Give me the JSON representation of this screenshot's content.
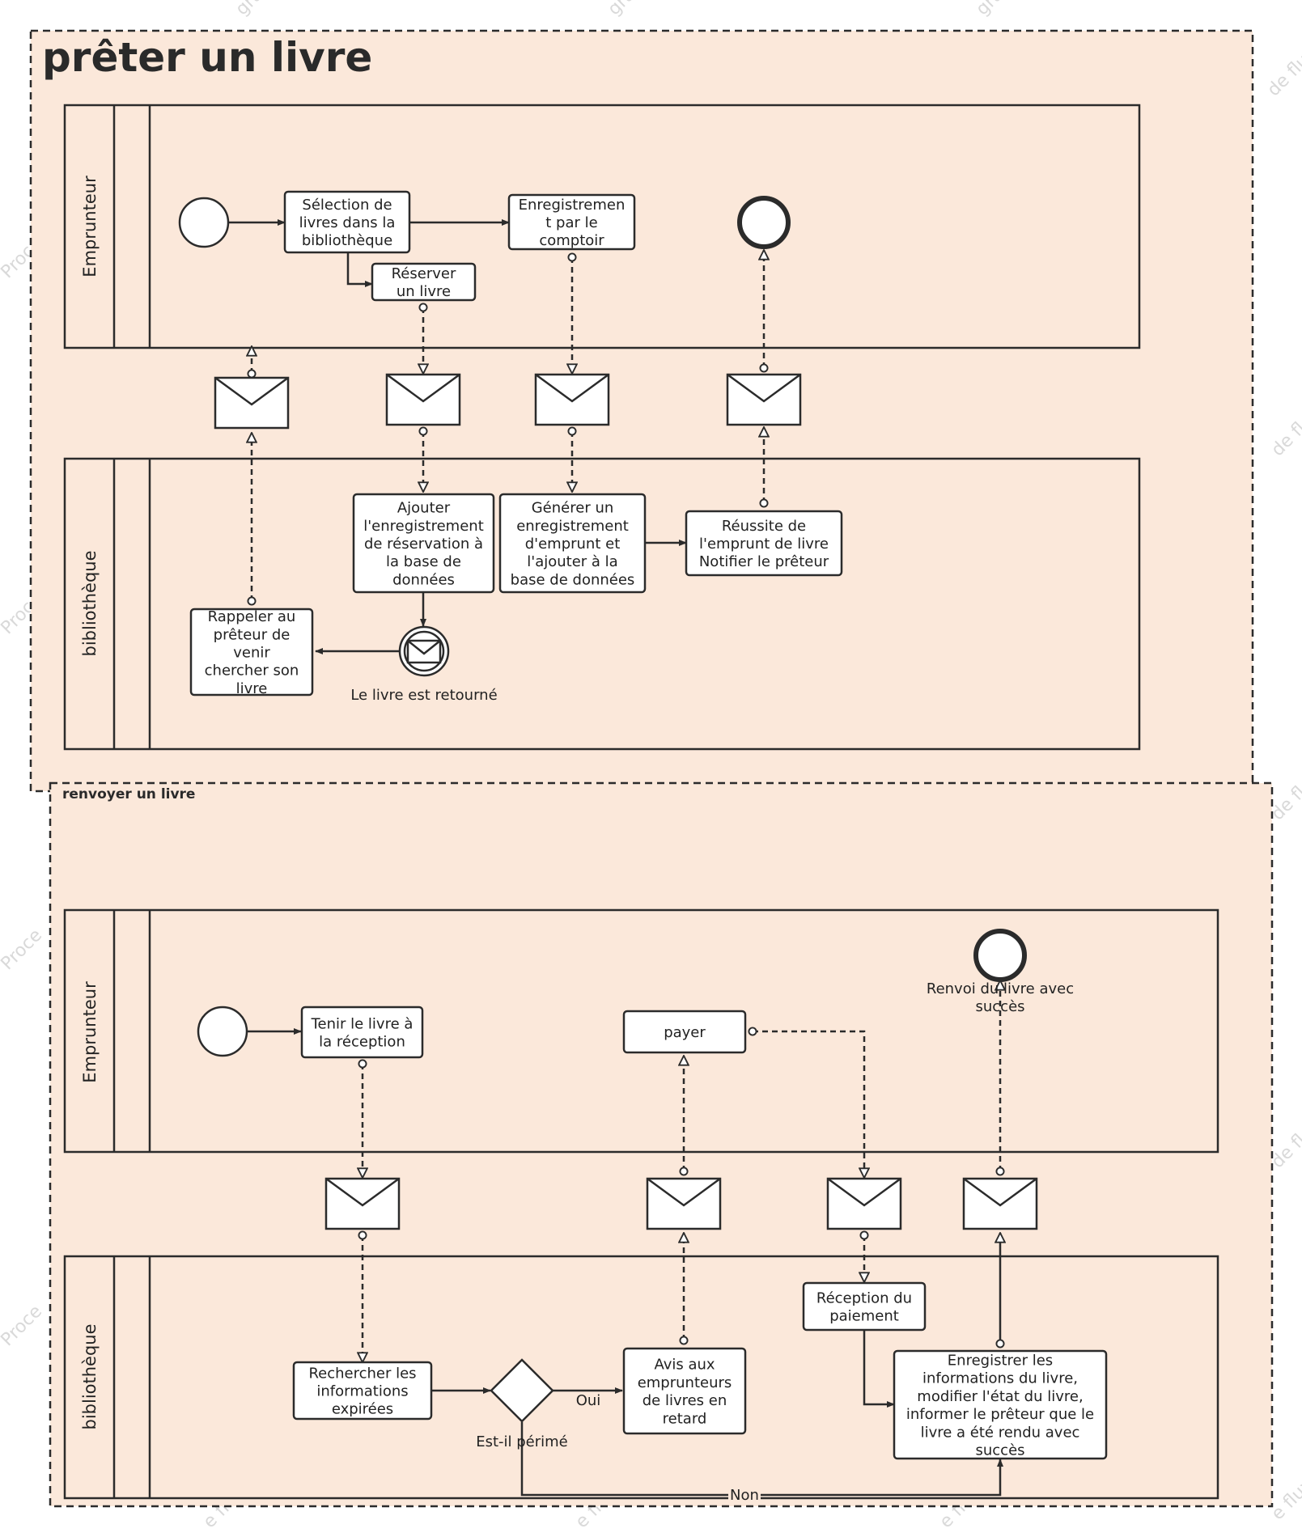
{
  "colors": {
    "background": "#fbe8da",
    "stroke": "#2b2b2b",
    "watermark": "#d9d9d9"
  },
  "pools": {
    "lend": {
      "title": "prêter un livre",
      "lane_borrower": "Emprunteur",
      "lane_library": "bibliothèque"
    },
    "return": {
      "title": "renvoyer un livre",
      "lane_borrower": "Emprunteur",
      "lane_library": "bibliothèque"
    }
  },
  "tasks": {
    "select_books": [
      "Sélection de",
      "livres dans la",
      "bibliothèque"
    ],
    "reserve_book": [
      "Réserver",
      "un livre"
    ],
    "register_counter": [
      "Enregistremen",
      "t par le",
      "comptoir"
    ],
    "add_reservation": [
      "Ajouter",
      "l'enregistrement",
      "de réservation à",
      "la base de",
      "données"
    ],
    "generate_loan": [
      "Générer un",
      "enregistrement",
      "d'emprunt et",
      "l'ajouter à la",
      "base de données"
    ],
    "loan_success": [
      "Réussite de",
      "l'emprunt de livre",
      "Notifier le prêteur"
    ],
    "remind_lender": [
      "Rappeler au",
      "prêteur de",
      "venir",
      "chercher son",
      "livre"
    ],
    "hold_book": [
      "Tenir le livre à",
      "la réception"
    ],
    "pay": [
      "payer"
    ],
    "search_expired": [
      "Rechercher les",
      "informations",
      "expirées"
    ],
    "notify_late": [
      "Avis aux",
      "emprunteurs",
      "de livres en",
      "retard"
    ],
    "receive_payment": [
      "Réception du",
      "paiement"
    ],
    "record_info": [
      "Enregistrer les",
      "informations du livre,",
      "modifier l'état du livre,",
      "informer le prêteur que le",
      "livre a été rendu avec",
      "succès"
    ]
  },
  "events": {
    "book_returned": "Le livre est retourné",
    "return_success": [
      "Renvoi du livre avec",
      "succès"
    ]
  },
  "gateway": {
    "label": "Est-il périmé",
    "yes": "Oui",
    "no": "Non"
  },
  "watermarks": [
    "gratuit",
    "gratuit",
    "gratuit",
    "de flux",
    "Proce",
    "de fl",
    "Proce",
    "de fl",
    "Proce",
    "de fl",
    "Proce",
    "e flux",
    "e flux",
    "e flux",
    "e flux"
  ]
}
